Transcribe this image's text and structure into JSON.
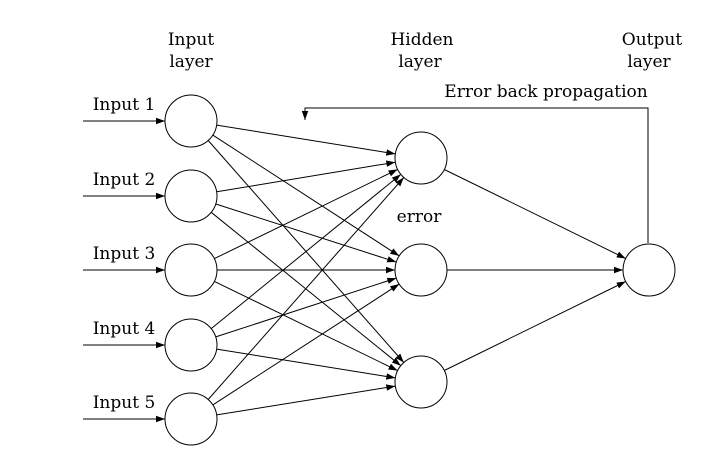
{
  "headers": {
    "input_line1": "Input",
    "input_line2": "layer",
    "hidden_line1": "Hidden",
    "hidden_line2": "layer",
    "output_line1": "Output",
    "output_line2": "layer"
  },
  "input_labels": [
    "Input 1",
    "Input 2",
    "Input 3",
    "Input 4",
    "Input 5"
  ],
  "error_label": "error",
  "backprop_label": "Error back propagation",
  "network": {
    "input_count": 5,
    "hidden_count": 3,
    "output_count": 1,
    "connectivity": "fully-connected"
  }
}
